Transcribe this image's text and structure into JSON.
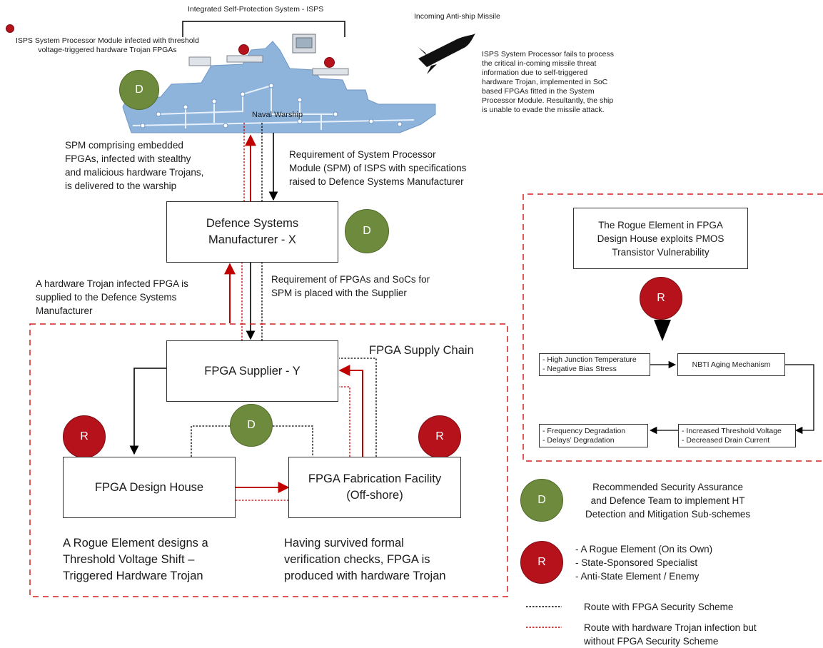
{
  "colors": {
    "accent_red": "#c00000",
    "defence_green": "#6e8b3d",
    "rogue_red": "#b5121b",
    "ship_blue": "#8fb4dc"
  },
  "top": {
    "isps_title": "Integrated Self-Protection System - ISPS",
    "infected_note": "ISPS System Processor Module infected with threshold\nvoltage-triggered hardware Trojan FPGAs",
    "missile_title": "Incoming Anti-ship Missile",
    "missile_note": "ISPS System Processor fails to process\nthe critical in-coming missile threat\ninformation due to self-triggered\nhardware Trojan, implemented in SoC\nbased FPGAs fitted in the System\nProcessor Module. Resultantly, the ship\nis unable to evade the missile attack.",
    "ship_label": "Naval Warship"
  },
  "badges": {
    "defence": "D",
    "rogue": "R"
  },
  "flow": {
    "spm_delivered": "SPM comprising embedded\nFPGAs, infected with stealthy\nand malicious hardware Trojans,\nis delivered to the warship",
    "spm_requirement": "Requirement of System Processor\nModule (SPM) of ISPS with specifications\nraised to Defence Systems Manufacturer",
    "manufacturer": "Defence Systems\nManufacturer - X",
    "trojan_supplied": "A hardware Trojan infected FPGA is\nsupplied to the Defence Systems\nManufacturer",
    "fpga_requirement": "Requirement of FPGAs and SoCs for\nSPM is placed with the Supplier",
    "supply_chain": "FPGA Supply Chain",
    "supplier": "FPGA Supplier - Y",
    "design_house": "FPGA Design House",
    "fab_facility": "FPGA Fabrication Facility\n(Off-shore)",
    "rogue_design": "A Rogue Element designs a\nThreshold Voltage Shift –\nTriggered Hardware Trojan",
    "survived": "Having survived formal\nverification checks, FPGA is\nproduced with hardware Trojan"
  },
  "rogue_panel": {
    "title": "The Rogue Element in FPGA\nDesign House exploits PMOS\nTransistor Vulnerability",
    "stress": "- High Junction Temperature\n- Negative Bias Stress",
    "nbti": "NBTI Aging Mechanism",
    "effects": "- Increased Threshold Voltage\n- Decreased Drain Current",
    "degradation": "- Frequency Degradation\n- Delays’ Degradation"
  },
  "legend": {
    "defence_text": "Recommended Security Assurance\nand Defence Team to implement HT\nDetection and Mitigation Sub-schemes",
    "rogue_text": "- A Rogue Element (On its Own)\n- State-Sponsored Specialist\n- Anti-State Element / Enemy",
    "black_route": "Route with FPGA Security Scheme",
    "red_route": "Route with hardware Trojan infection but\nwithout FPGA Security Scheme"
  }
}
